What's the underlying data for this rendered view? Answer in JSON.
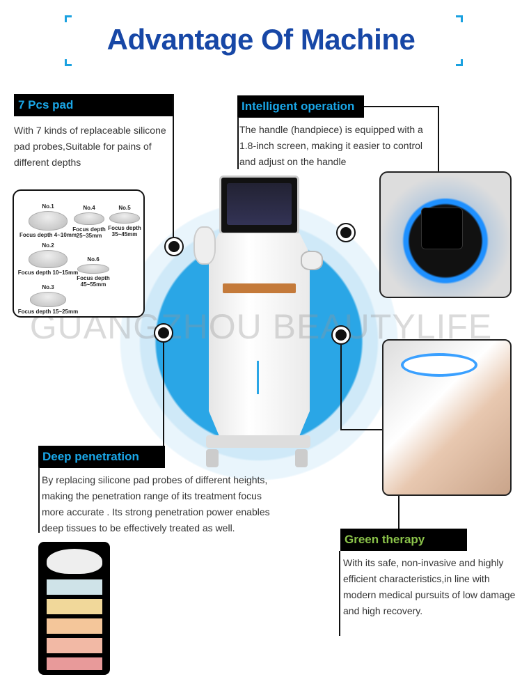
{
  "title": "Advantage Of Machine",
  "colors": {
    "title": "#1747a6",
    "heading_cyan": "#1aa7e8",
    "heading_green": "#8bc34a",
    "accent_blue": "#1aa1e0"
  },
  "watermark": "GUANGZHOU BEAUTYLIFE",
  "features": {
    "pads": {
      "heading": "7 Pcs pad",
      "text": "With 7 kinds of replaceable silicone pad probes,Suitable for pains of different depths"
    },
    "intelligent": {
      "heading": "Intelligent operation",
      "text": "The handle (handpiece) is equipped with a 1.8-inch screen, making it easier to control and adjust on the handle"
    },
    "deep": {
      "heading": "Deep penetration",
      "text": "By replacing silicone pad probes of different heights, making the penetration range of its treatment focus more accurate . Its strong penetration power enables deep tissues to be effectively treated as well."
    },
    "green": {
      "heading": "Green therapy",
      "text": "With its safe, non-invasive and highly efficient characteristics,in line with modern medical pursuits of low damage and high recovery."
    }
  },
  "pad_list": [
    {
      "no": "No.1",
      "depth": "Focus depth 4~10mm"
    },
    {
      "no": "No.2",
      "depth": "Focus depth 10~15mm"
    },
    {
      "no": "No.3",
      "depth": "Focus depth 15~25mm"
    },
    {
      "no": "No.4",
      "depth": "Focus depth 25~35mm"
    },
    {
      "no": "No.5",
      "depth": "Focus depth 35~45mm"
    },
    {
      "no": "No.6",
      "depth": "Focus depth 45~55mm"
    }
  ]
}
